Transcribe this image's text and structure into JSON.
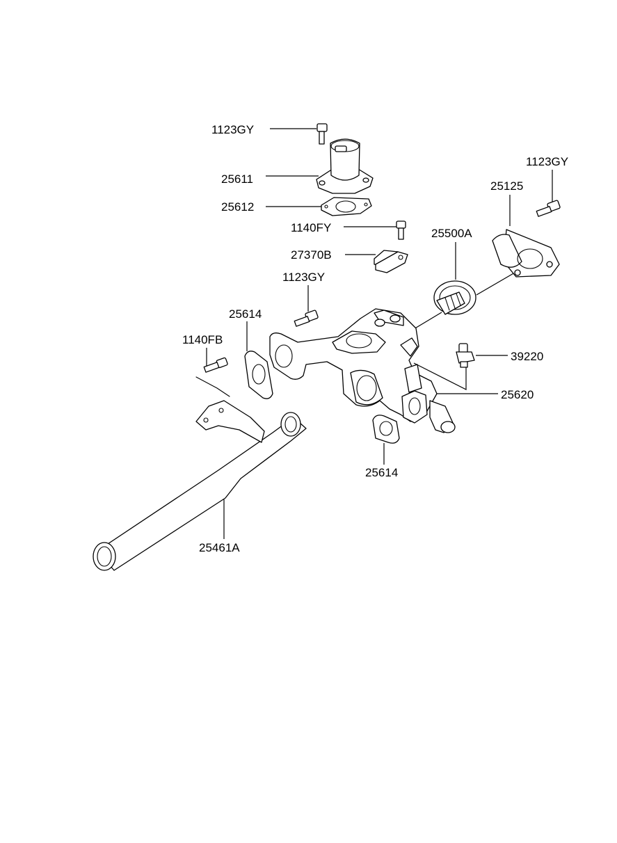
{
  "labels": {
    "bolt_top": "1123GY",
    "fitting_upper": "25611",
    "gasket_upper": "25612",
    "bolt_bracket": "1140FY",
    "sensor_bracket": "27370B",
    "bolt_right": "1123GY",
    "housing_cover": "25125",
    "thermostat": "25500A",
    "bolt_mid": "1123GY",
    "gasket_left": "25614",
    "bolt_pipe": "1140FB",
    "temp_sensor": "39220",
    "water_housing": "25620",
    "gasket_bottom": "25614",
    "water_pipe": "25461A"
  },
  "colors": {
    "line": "#000000",
    "background": "#ffffff"
  }
}
